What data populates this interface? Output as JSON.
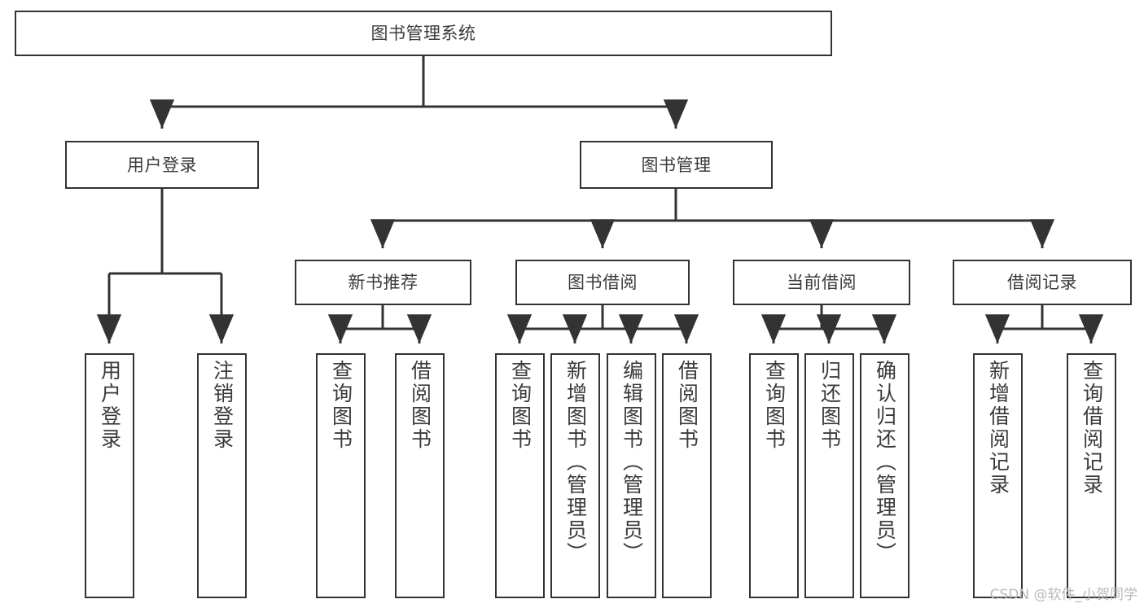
{
  "diagram": {
    "title": "图书管理系统",
    "type": "tree-hierarchy",
    "watermark": "CSDN @软件_小贺同学",
    "colors": {
      "stroke": "#333333",
      "fill": "#ffffff",
      "text": "#3b3b3b",
      "watermark": "#b9b9b9"
    },
    "nodes": {
      "root": {
        "label": "图书管理系统"
      },
      "level2": [
        {
          "id": "user-login",
          "label": "用户登录"
        },
        {
          "id": "book-manage",
          "label": "图书管理"
        }
      ],
      "level3": [
        {
          "id": "new-book-rec",
          "label": "新书推荐"
        },
        {
          "id": "book-borrow",
          "label": "图书借阅"
        },
        {
          "id": "current-borrow",
          "label": "当前借阅"
        },
        {
          "id": "borrow-record",
          "label": "借阅记录"
        }
      ],
      "leaves": [
        {
          "id": "leaf-user-login",
          "label": "用户登录",
          "parent": "user-login"
        },
        {
          "id": "leaf-logout",
          "label": "注销登录",
          "parent": "user-login"
        },
        {
          "id": "leaf-query-book-1",
          "label": "查询图书",
          "parent": "new-book-rec"
        },
        {
          "id": "leaf-borrow-book-1",
          "label": "借阅图书",
          "parent": "new-book-rec"
        },
        {
          "id": "leaf-query-book-2",
          "label": "查询图书",
          "parent": "book-borrow"
        },
        {
          "id": "leaf-add-book",
          "label": "新增图书（管理员）",
          "parent": "book-borrow"
        },
        {
          "id": "leaf-edit-book",
          "label": "编辑图书（管理员）",
          "parent": "book-borrow"
        },
        {
          "id": "leaf-borrow-book-2",
          "label": "借阅图书",
          "parent": "book-borrow"
        },
        {
          "id": "leaf-query-book-3",
          "label": "查询图书",
          "parent": "current-borrow"
        },
        {
          "id": "leaf-return-book",
          "label": "归还图书",
          "parent": "current-borrow"
        },
        {
          "id": "leaf-confirm-return",
          "label": "确认归还（管理员）",
          "parent": "current-borrow"
        },
        {
          "id": "leaf-add-record",
          "label": "新增借阅记录",
          "parent": "borrow-record"
        },
        {
          "id": "leaf-query-record",
          "label": "查询借阅记录",
          "parent": "borrow-record"
        }
      ]
    }
  }
}
